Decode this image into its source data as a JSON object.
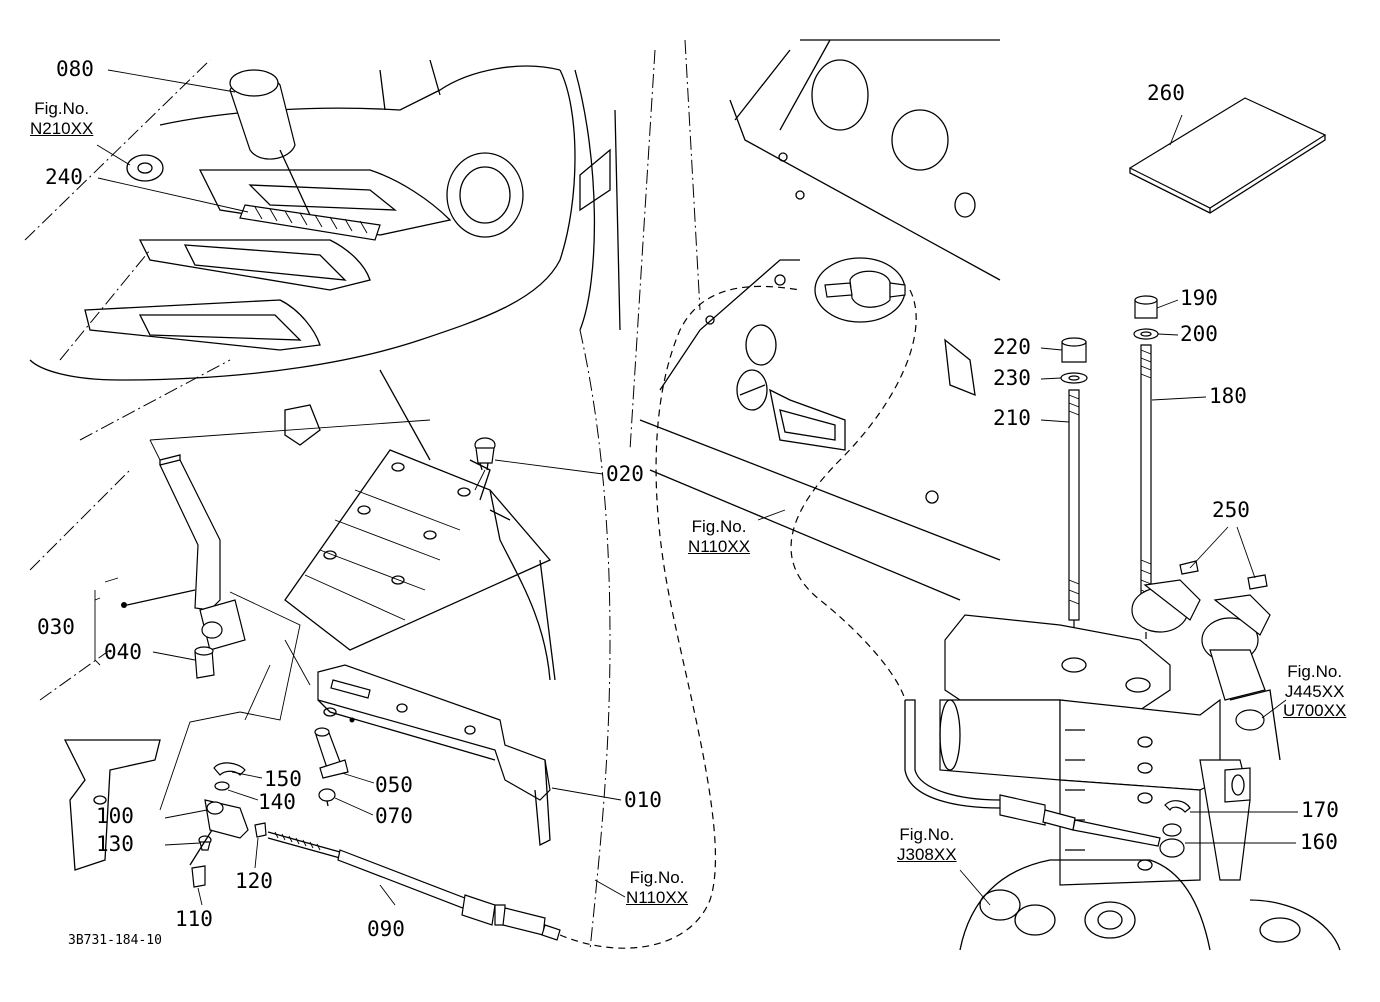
{
  "part_labels": {
    "p080": "080",
    "p240": "240",
    "p020": "020",
    "p030": "030",
    "p040": "040",
    "p150": "150",
    "p140": "140",
    "p100": "100",
    "p130": "130",
    "p110": "110",
    "p120": "120",
    "p090": "090",
    "p050": "050",
    "p070": "070",
    "p010": "010",
    "p260": "260",
    "p190": "190",
    "p200": "200",
    "p180": "180",
    "p220": "220",
    "p230": "230",
    "p210": "210",
    "p250": "250",
    "p170": "170",
    "p160": "160"
  },
  "fig_refs": {
    "n210": {
      "line1": "Fig.No.",
      "line2": "N210XX"
    },
    "n110_upper": {
      "line1": "Fig.No.",
      "line2": "N110XX"
    },
    "n110_lower": {
      "line1": "Fig.No.",
      "line2": "N110XX"
    },
    "j445": {
      "line1": "Fig.No.",
      "line2": "J445XX",
      "line3": "U700XX"
    },
    "j308": {
      "line1": "Fig.No.",
      "line2": "J308XX"
    }
  },
  "drawing_code": "3B731-184-10"
}
